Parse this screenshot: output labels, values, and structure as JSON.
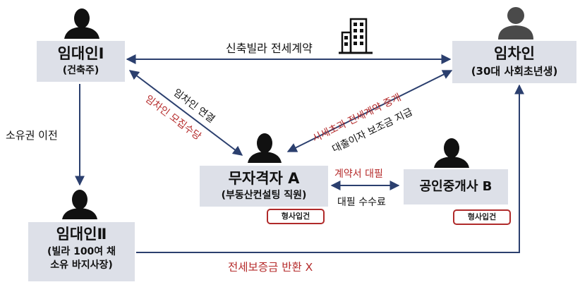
{
  "nodes": {
    "lessor1": {
      "title": "임대인Ⅰ",
      "subtitle": "(건축주)"
    },
    "tenant": {
      "title": "임차인",
      "subtitle": "(30대 사회초년생)"
    },
    "fraud_a": {
      "title": "무자격자 A",
      "subtitle": "(부동산컨설팅 직원)",
      "badge": "형사입건"
    },
    "broker_b": {
      "title": "공인중개사 B",
      "badge": "형사입건"
    },
    "lessor2": {
      "title": "임대인Ⅱ",
      "subtitle_line1": "(빌라 100여 채",
      "subtitle_line2": "소유 바지사장)"
    }
  },
  "edges": {
    "lease_contract": "신축빌라 전세계약",
    "ownership_transfer": "소유권 이전",
    "tenant_link": "임차인 연결",
    "recruit_fee": "임차인 모집수당",
    "overpriced_deal": "시세초과 전세계약 중개",
    "loan_interest": "대출이자 보조금 지급",
    "proxy_contract": "계약서 대필",
    "proxy_fee": "대필 수수료",
    "deposit_not_returned": "전세보증금 반환 X"
  },
  "colors": {
    "box_fill": "#dde0e8",
    "arrow": "#2b3f6e",
    "highlight_red": "#b52a2a",
    "icon_dark": "#111111",
    "icon_gray": "#4a4a4a"
  },
  "icons": [
    "person-icon",
    "building-icon"
  ]
}
